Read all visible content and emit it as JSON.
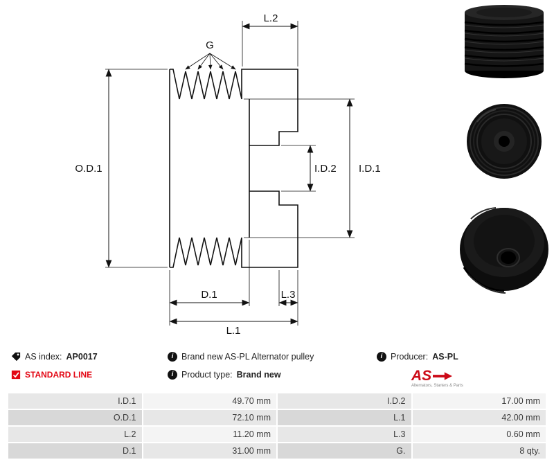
{
  "drawing": {
    "labels": {
      "g": "G",
      "od1": "O.D.1",
      "id1": "I.D.1",
      "id2": "I.D.2",
      "d1": "D.1",
      "l1": "L.1",
      "l2": "L.2",
      "l3": "L.3"
    }
  },
  "photos": [
    {
      "name": "pulley side view"
    },
    {
      "name": "pulley front view"
    },
    {
      "name": "pulley rear view"
    }
  ],
  "info": {
    "as_index": {
      "label": "AS index:",
      "value": "AP0017"
    },
    "standard_line": "STANDARD LINE",
    "description": "Brand new AS-PL Alternator pulley",
    "product_type": {
      "label": "Product type:",
      "value": "Brand new"
    },
    "producer": {
      "label": "Producer:",
      "value": "AS-PL"
    },
    "logo": {
      "text": "AS",
      "tagline": "Alternators, Starters & Parts"
    }
  },
  "icons": {
    "info": "i"
  },
  "colors": {
    "accent_red": "#e30613",
    "logo_red": "#cc0a17",
    "line": "#111111"
  },
  "specs": {
    "rows": [
      {
        "label1": "I.D.1",
        "value1": "49.70 mm",
        "label2": "I.D.2",
        "value2": "17.00 mm"
      },
      {
        "label1": "O.D.1",
        "value1": "72.10 mm",
        "label2": "L.1",
        "value2": "42.00 mm"
      },
      {
        "label1": "L.2",
        "value1": "11.20 mm",
        "label2": "L.3",
        "value2": "0.60 mm"
      },
      {
        "label1": "D.1",
        "value1": "31.00 mm",
        "label2": "G.",
        "value2": "8 qty."
      }
    ]
  }
}
